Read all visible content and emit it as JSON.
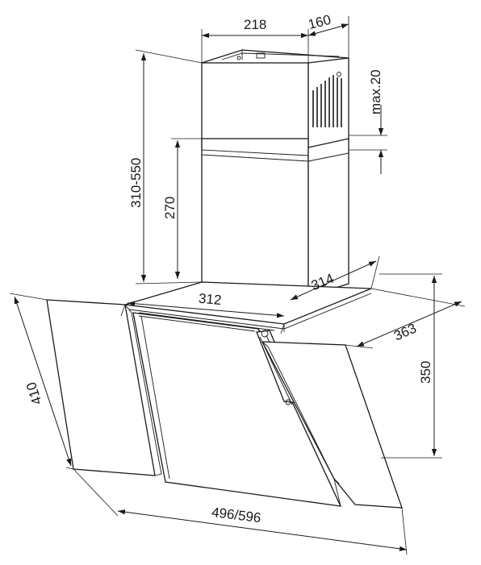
{
  "dimensions": {
    "chimney_width": "218",
    "chimney_depth": "160",
    "max_gap": "max.20",
    "chimney_height_range": "310-550",
    "lower_chimney_height": "270",
    "base_depth": "314",
    "base_width": "312",
    "side_depth": "363",
    "glass_height": "350",
    "panel_height": "410",
    "total_width": "496/596"
  }
}
